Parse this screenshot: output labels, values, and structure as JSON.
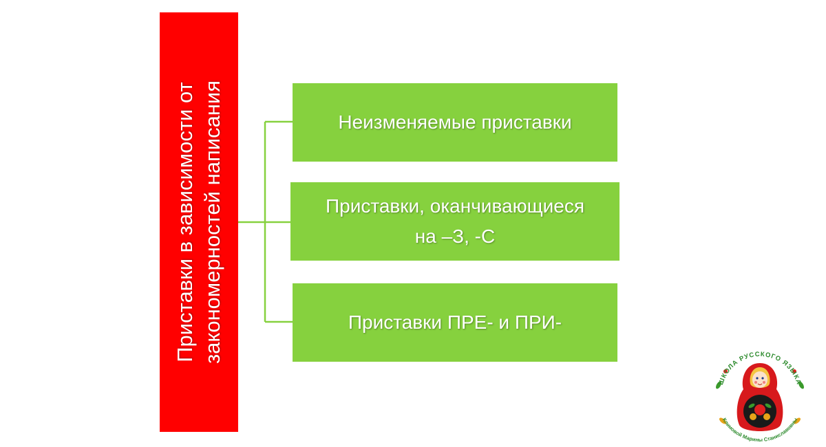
{
  "root": {
    "line1": "Приставки в зависимости от",
    "line2": "закономерностей написания"
  },
  "children": [
    {
      "line1": "Неизменяемые приставки"
    },
    {
      "line1": "Приставки, оканчивающиеся",
      "line2": "на –З, -С"
    },
    {
      "line1": "Приставки ПРЕ- и ПРИ-"
    }
  ],
  "logo": {
    "top_text": "ШКОЛА РУССКОГО ЯЗЫКА",
    "bottom_text": "Климовой Марины Станиславовны"
  },
  "colors": {
    "root_fill": "#ff0000",
    "child_fill": "#86d13e",
    "connector": "#86d13e",
    "text": "#ffffff"
  }
}
